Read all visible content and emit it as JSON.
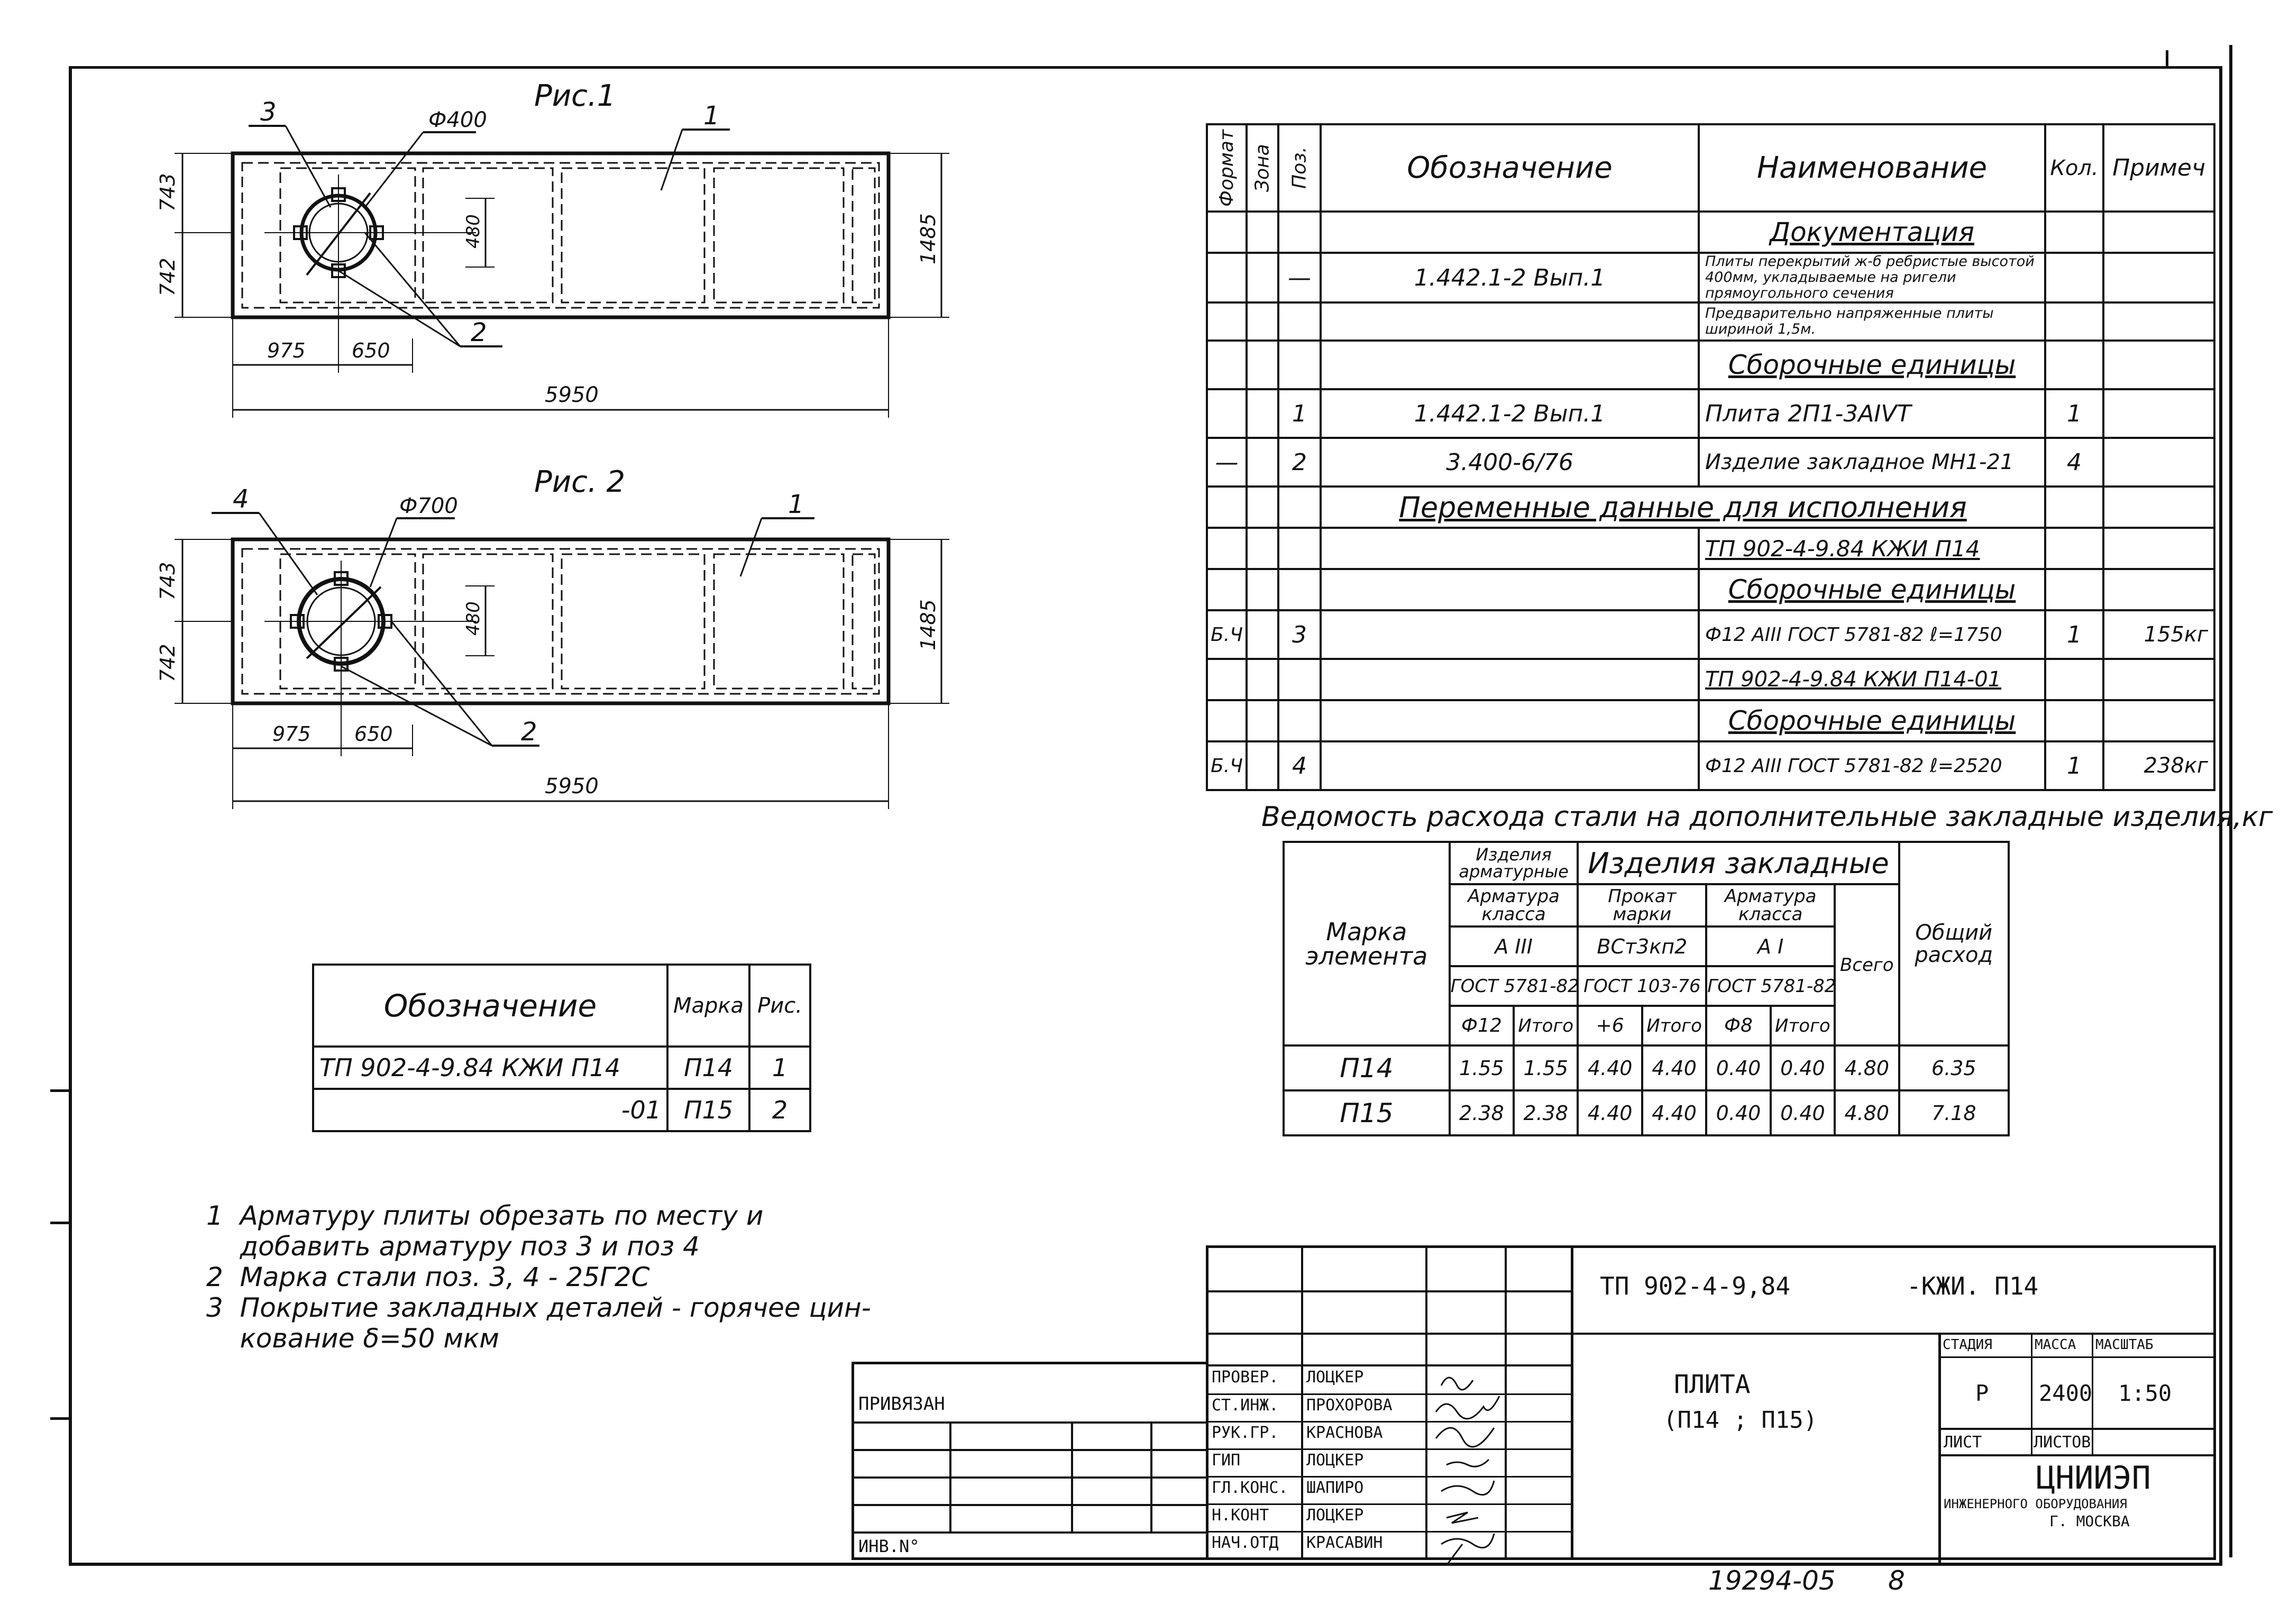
{
  "fig1": {
    "caption": "Рис.1",
    "callouts": {
      "item3": "3",
      "diameter": "Ф400",
      "item1": "1",
      "item2": "2"
    },
    "dims": {
      "left_top": "743",
      "left_bottom": "742",
      "right": "1485",
      "inner": "480",
      "a": "975",
      "b": "650",
      "total": "5950"
    }
  },
  "fig2": {
    "caption": "Рис. 2",
    "callouts": {
      "item4": "4",
      "diameter": "Ф700",
      "item1": "1",
      "item2": "2"
    },
    "dims": {
      "left_top": "743",
      "left_bottom": "742",
      "right": "1485",
      "inner": "480",
      "a": "975",
      "b": "650",
      "total": "5950"
    }
  },
  "spec": {
    "headers": {
      "format": "Формат",
      "zone": "Зона",
      "pos": "Поз.",
      "designation": "Обозначение",
      "name": "Наименование",
      "qty": "Кол.",
      "note": "Примеч"
    },
    "rows": [
      {
        "format": "",
        "pos": "",
        "designation": "",
        "name": "Документация",
        "qty": "",
        "note": ""
      },
      {
        "format": "",
        "pos": "—",
        "designation": "1.442.1-2 Вып.1",
        "name": "Плиты перекрытий ж-б ребристые высотой 400мм, укладываемые на ригели прямоугольного сечения",
        "qty": "",
        "note": ""
      },
      {
        "format": "",
        "pos": "",
        "designation": "",
        "name": "Предварительно напряженные плиты шириной 1,5м.",
        "qty": "",
        "note": ""
      },
      {
        "format": "",
        "pos": "",
        "designation": "",
        "name": "Сборочные единицы",
        "qty": "",
        "note": ""
      },
      {
        "format": "",
        "pos": "1",
        "designation": "1.442.1-2 Вып.1",
        "name": "Плита 2П1-3АIVТ",
        "qty": "1",
        "note": ""
      },
      {
        "format": "—",
        "pos": "2",
        "designation": "3.400-6/76",
        "name": "Изделие закладное МН1-21",
        "qty": "4",
        "note": ""
      },
      {
        "format": "",
        "pos": "",
        "designation": "",
        "name": "Переменные данные для исполнения",
        "qty": "",
        "note": ""
      },
      {
        "format": "",
        "pos": "",
        "designation": "",
        "name": "ТП 902-4-9.84 КЖИ П14",
        "qty": "",
        "note": ""
      },
      {
        "format": "",
        "pos": "",
        "designation": "",
        "name": "Сборочные единицы",
        "qty": "",
        "note": ""
      },
      {
        "format": "Б.Ч",
        "pos": "3",
        "designation": "",
        "name": "Ф12 АIII ГОСТ 5781-82 ℓ=1750",
        "qty": "1",
        "note": "155кг"
      },
      {
        "format": "",
        "pos": "",
        "designation": "",
        "name": "ТП 902-4-9.84 КЖИ П14-01",
        "qty": "",
        "note": ""
      },
      {
        "format": "",
        "pos": "",
        "designation": "",
        "name": "Сборочные единицы",
        "qty": "",
        "note": ""
      },
      {
        "format": "Б.Ч",
        "pos": "4",
        "designation": "",
        "name": "Ф12 АIII ГОСТ 5781-82 ℓ=2520",
        "qty": "1",
        "note": "238кг"
      }
    ]
  },
  "steel": {
    "title": "Ведомость расхода стали на дополнительные закладные изделия,кг",
    "h_mark": "Марка элемента",
    "h_reinf_items": "Изделия арматурные",
    "h_embed_items": "Изделия закладные",
    "h_reinf_class": "Арматура класса",
    "h_rolled": "Прокат марки",
    "h_reinf_class2": "Арматура класса",
    "h_total": "Всего",
    "h_overall": "Общий расход",
    "h_a3": "А III",
    "h_vst": "ВСт3кп2",
    "h_a1": "А I",
    "h_gost1": "ГОСТ 5781-82",
    "h_gost2": "ГОСТ 103-76",
    "h_gost3": "ГОСТ 5781-82",
    "h_d12": "Ф12",
    "h_itogo1": "Итого",
    "h_t6": "+6",
    "h_itogo2": "Итого",
    "h_d8": "Ф8",
    "h_itogo3": "Итого",
    "rows": [
      {
        "mark": "П14",
        "v1": "1.55",
        "v2": "1.55",
        "v3": "4.40",
        "v4": "4.40",
        "v5": "0.40",
        "v6": "0.40",
        "v7": "4.80",
        "v8": "6.35"
      },
      {
        "mark": "П15",
        "v1": "2.38",
        "v2": "2.38",
        "v3": "4.40",
        "v4": "4.40",
        "v5": "0.40",
        "v6": "0.40",
        "v7": "4.80",
        "v8": "7.18"
      }
    ]
  },
  "variants": {
    "headers": {
      "designation": "Обозначение",
      "mark": "Марка",
      "fig": "Рис."
    },
    "rows": [
      {
        "designation": "ТП 902-4-9.84 КЖИ П14",
        "mark": "П14",
        "fig": "1"
      },
      {
        "designation": "-01",
        "mark": "П15",
        "fig": "2"
      }
    ]
  },
  "notes": [
    "1  Арматуру плиты обрезать по месту и",
    "    добавить арматуру поз 3 и поз 4",
    "2  Марка стали поз. 3, 4 - 25Г2С",
    "3  Покрытие закладных деталей - горячее цин-",
    "    кование δ=50 мкм"
  ],
  "titleblock": {
    "code": "ТП 902-4-9,84",
    "suffix": "-КЖИ. П14",
    "bound": "ПРИВЯЗАН",
    "inv": "ИНВ.N°",
    "roles": [
      "ПРОВЕР.",
      "СТ.ИНЖ.",
      "РУК.ГР.",
      "ГИП",
      "ГЛ.КОНС.",
      "Н.КОНТ",
      "НАЧ.ОТД"
    ],
    "names": [
      "ЛОЦКЕР",
      "ПРОХОРОВА",
      "КРАСНОВА",
      "ЛОЦКЕР",
      "ШАПИРО",
      "ЛОЦКЕР",
      "КРАСАВИН"
    ],
    "item_name": "ПЛИТА",
    "item_sub": "(П14 ; П15)",
    "stage_label": "СТАДИЯ",
    "mass_label": "МАССА",
    "scale_label": "МАСШТАБ",
    "stage": "Р",
    "mass": "2400",
    "scale": "1:50",
    "sheet_label": "ЛИСТ",
    "sheets_label": "ЛИСТОВ",
    "org": "ЦНИИЭП",
    "org_sub": "ИНЖЕНЕРНОГО ОБОРУДОВАНИЯ",
    "city": "Г. МОСКВА"
  },
  "footer": {
    "archive": "19294-05",
    "page": "8"
  }
}
